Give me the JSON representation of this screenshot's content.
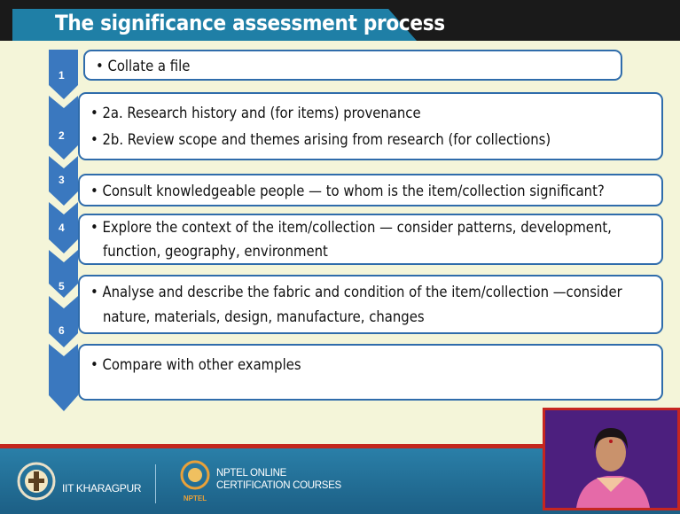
{
  "slide": {
    "title": "The significance assessment process",
    "steps": [
      {
        "number": "1",
        "lines": [
          "• Collate a file"
        ]
      },
      {
        "number": "2",
        "lines": [
          "• 2a. Research history and (for items) provenance",
          "• 2b. Review scope and themes arising from research (for collections)"
        ]
      },
      {
        "number": "3",
        "lines": [
          "• Consult knowledgeable people — to whom is the item/collection significant?"
        ]
      },
      {
        "number": "4",
        "lines": [
          "• Explore the context of the item/collection — consider patterns, development,",
          "function, geography, environment"
        ]
      },
      {
        "number": "5",
        "lines": [
          "• Analyse and describe the fabric and condition of the item/collection —consider",
          "nature, materials, design, manufacture, changes"
        ]
      },
      {
        "number": "6",
        "lines": [
          "• Compare with other examples"
        ]
      }
    ]
  },
  "footer": {
    "institute": "IIT KHARAGPUR",
    "program_line1": "NPTEL ONLINE",
    "program_line2": "CERTIFICATION COURSES",
    "nptel_logo_text": "NPTEL"
  },
  "colors": {
    "title_bg": "#1f7fa6",
    "chevron": "#3a78bf",
    "box_border": "#2f6cab",
    "footer": "#1c5f85",
    "footer_accent": "#c4261d",
    "slide_bg": "#f4f5d9"
  }
}
